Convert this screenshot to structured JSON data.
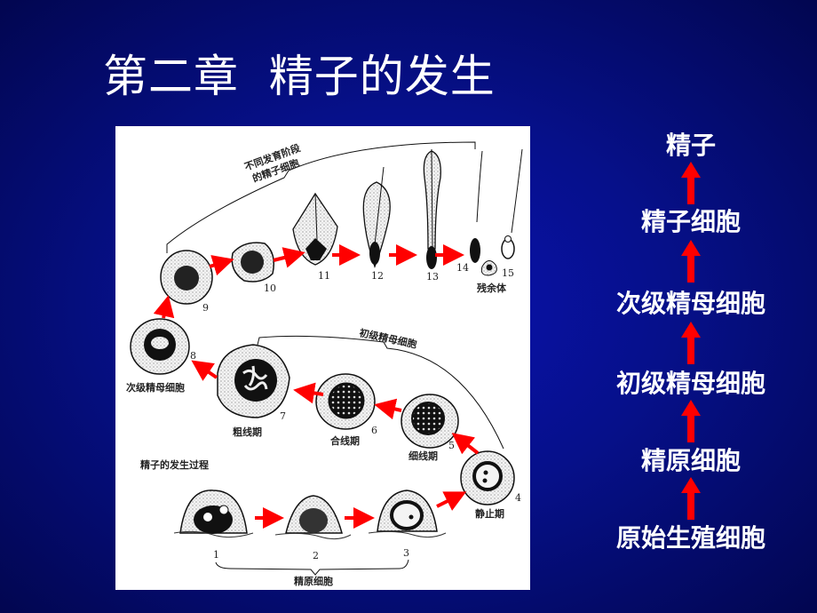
{
  "slide": {
    "title": "第二章  精子的发生"
  },
  "figure": {
    "caption": "精子的发生过程",
    "group_spermatids": [
      "不同发育阶段",
      "的精子细胞"
    ],
    "group_primary": "初级精母细胞",
    "group_spermatogonia": "精原细胞",
    "secondary_label": "次级精母细胞",
    "stage_labels": {
      "resting": "静止期",
      "leptotene": "细线期",
      "zygotene": "合线期",
      "pachytene": "粗线期",
      "residual_body": "残余体"
    },
    "numbers": [
      "1",
      "2",
      "3",
      "4",
      "5",
      "6",
      "7",
      "8",
      "9",
      "10",
      "11",
      "12",
      "13",
      "14",
      "15"
    ],
    "arrow_color": "#ff0000"
  },
  "flow": {
    "stages": [
      "精子",
      "精子细胞",
      "次级精母细胞",
      "初级精母细胞",
      "精原细胞",
      "原始生殖细胞"
    ],
    "arrow_color": "#ff0000",
    "text_color": "#ffffff"
  }
}
